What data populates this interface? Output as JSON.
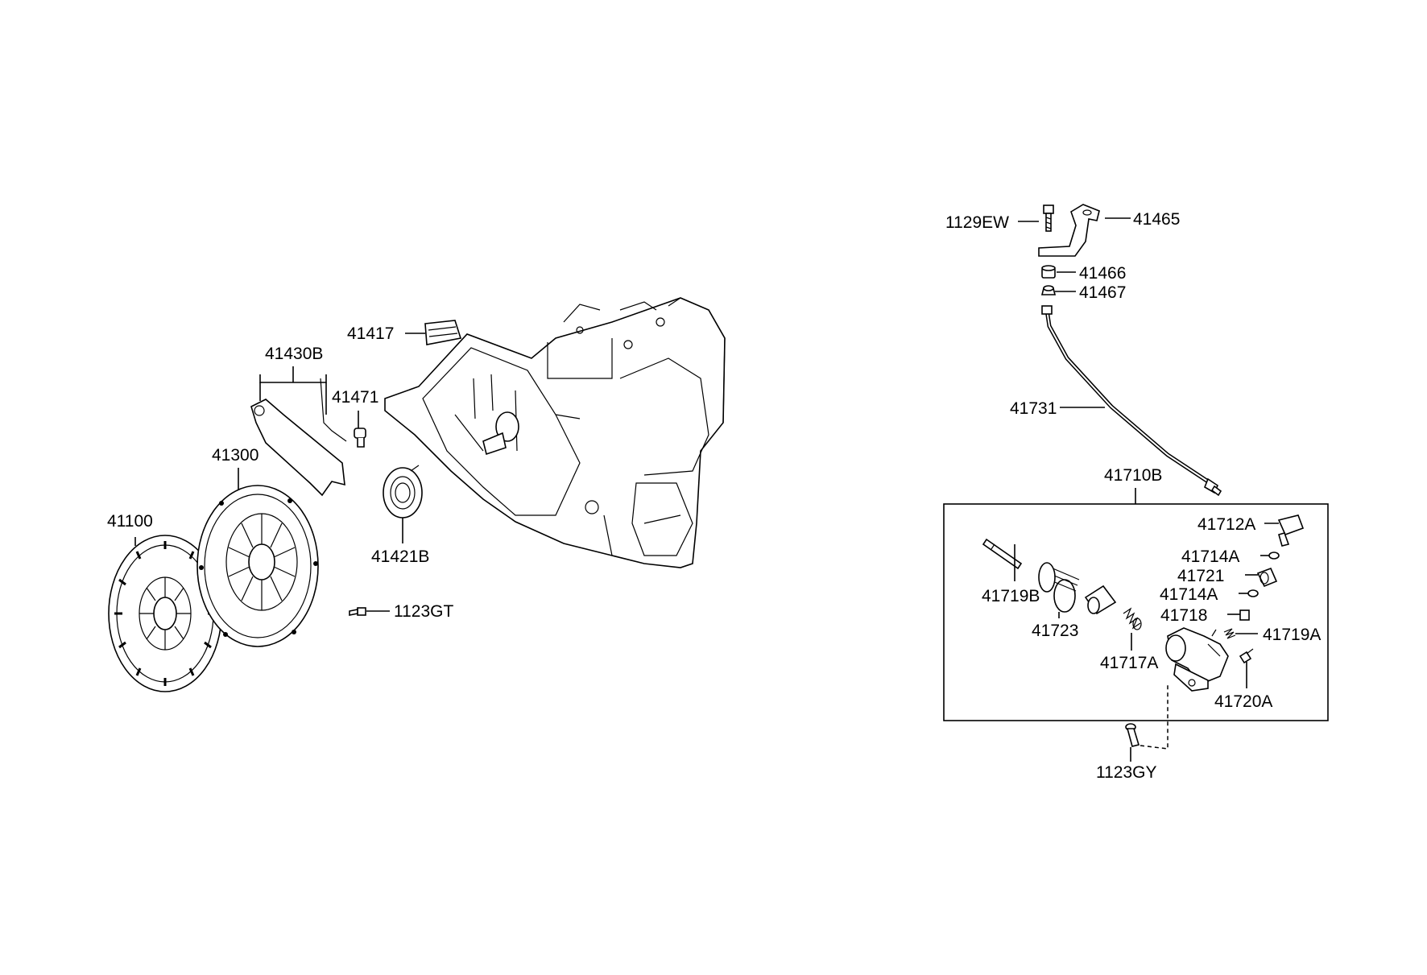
{
  "diagram": {
    "labels": {
      "p41100": "41100",
      "p41300": "41300",
      "p41430B": "41430B",
      "p41471": "41471",
      "p41417": "41417",
      "p41421B": "41421B",
      "p1123GT": "1123GT",
      "p1129EW": "1129EW",
      "p41465": "41465",
      "p41466": "41466",
      "p41467": "41467",
      "p41731": "41731",
      "p41710B": "41710B",
      "p41712A": "41712A",
      "p41714A_1": "41714A",
      "p41721": "41721",
      "p41714A_2": "41714A",
      "p41718": "41718",
      "p41719A": "41719A",
      "p41719B": "41719B",
      "p41723": "41723",
      "p41717A": "41717A",
      "p41720A": "41720A",
      "p1123GY": "1123GY"
    }
  }
}
